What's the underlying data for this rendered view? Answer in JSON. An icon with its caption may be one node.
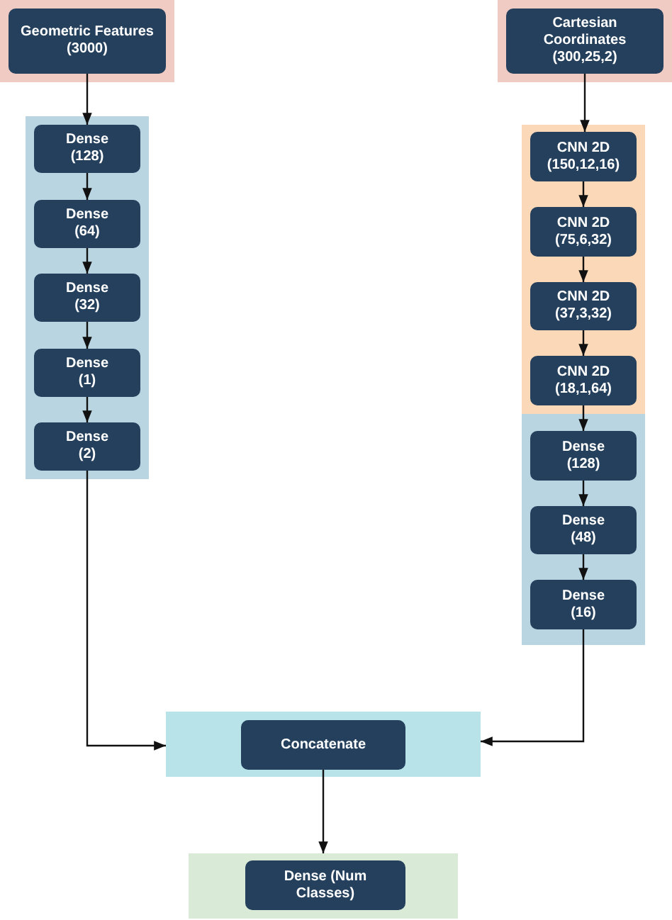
{
  "diagram": {
    "nodes": [
      {
        "text": [],
        "shape": "box"
      },
      {
        "text": [
          "Geometric Features (3000)"
        ],
        "in": 0
      },
      {
        "text": [],
        "shape": "box"
      },
      {
        "text": [
          "Dense (128)"
        ],
        "in": 2
      },
      {
        "text": [
          "Dense (64)"
        ],
        "in": 2
      },
      {
        "text": [
          "Dense (32)"
        ],
        "in": 2
      },
      {
        "text": [
          "Dense (1)"
        ],
        "in": 2
      },
      {
        "text": [
          "Dense (2)"
        ],
        "in": 2
      },
      {
        "text": [],
        "shape": "box"
      },
      {
        "text": [
          "Cartesian Coordinates (300,25,2)"
        ],
        "in": 8
      },
      {
        "text": [],
        "shape": "box"
      },
      {
        "text": [
          "CNN 2D (150,12,16)"
        ],
        "in": 10
      },
      {
        "text": [
          "CNN 2D (75,6,32)"
        ],
        "in": 10
      },
      {
        "text": [
          "CNN 2D (37,3,32)"
        ],
        "in": 10
      },
      {
        "text": [
          "CNN 2D (18,1,64)"
        ],
        "in": 10
      },
      {
        "text": [],
        "shape": "box"
      },
      {
        "text": [
          "Dense (128)"
        ],
        "in": 15
      },
      {
        "text": [
          "Dense (48)"
        ],
        "in": 15
      },
      {
        "text": [
          "Dense (16)"
        ],
        "in": 15
      },
      {
        "text": [],
        "shape": "box"
      },
      {
        "text": [
          "Concatenate"
        ],
        "in": 19
      },
      {
        "text": [],
        "shape": "box"
      },
      {
        "text": [
          "Dense (Num Classes)"
        ],
        "in": 21
      }
    ],
    "edges": [
      {
        "from": 1,
        "to": 3,
        "arrow": "to"
      },
      {
        "from": 3,
        "to": 4,
        "arrow": "to"
      },
      {
        "from": 4,
        "to": 5,
        "arrow": "to"
      },
      {
        "from": 5,
        "to": 6,
        "arrow": "to"
      },
      {
        "from": 6,
        "to": 7,
        "arrow": "to"
      },
      {
        "from": 7,
        "to": 19,
        "arrow": "to"
      },
      {
        "from": 9,
        "to": 11,
        "arrow": "to"
      },
      {
        "from": 11,
        "to": 12,
        "arrow": "to"
      },
      {
        "from": 12,
        "to": 13,
        "arrow": "to"
      },
      {
        "from": 13,
        "to": 14,
        "arrow": "to"
      },
      {
        "from": 14,
        "to": 16,
        "arrow": "to"
      },
      {
        "from": 16,
        "to": 17,
        "arrow": "to"
      },
      {
        "from": 17,
        "to": 18,
        "arrow": "to"
      },
      {
        "from": 18,
        "to": 19,
        "arrow": "to"
      },
      {
        "from": 20,
        "to": 21,
        "arrow": "to"
      }
    ]
  }
}
